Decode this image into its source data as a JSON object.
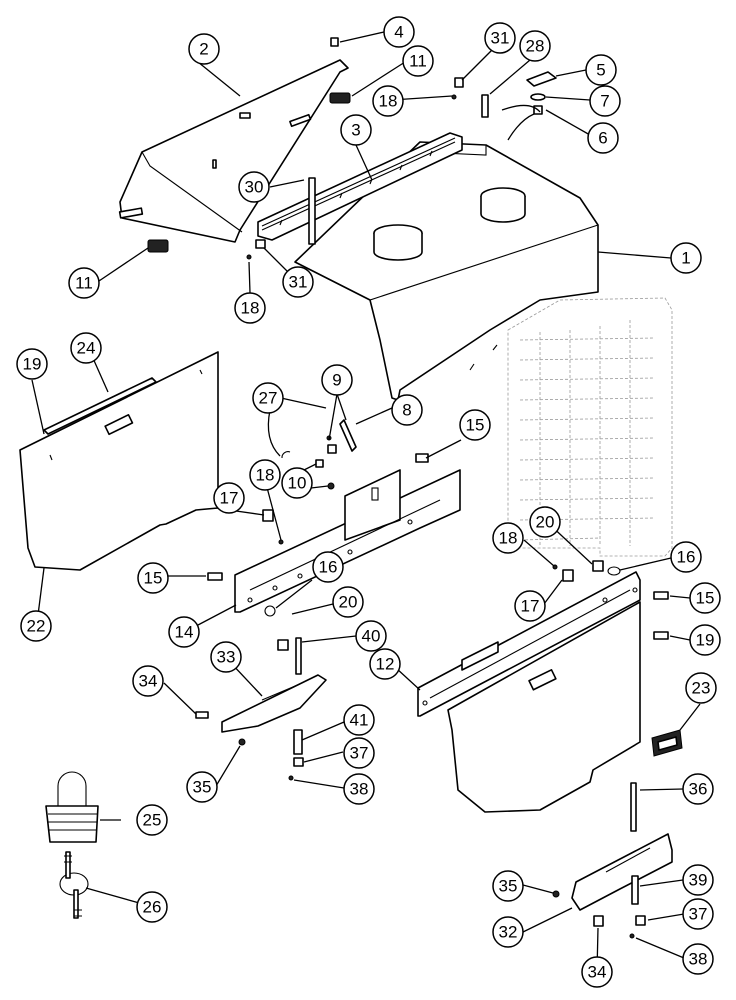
{
  "callouts": [
    {
      "id": "c-1",
      "label": "1"
    },
    {
      "id": "c-2",
      "label": "2"
    },
    {
      "id": "c-3",
      "label": "3"
    },
    {
      "id": "c-4",
      "label": "4"
    },
    {
      "id": "c-5",
      "label": "5"
    },
    {
      "id": "c-6",
      "label": "6"
    },
    {
      "id": "c-7",
      "label": "7"
    },
    {
      "id": "c-8",
      "label": "8"
    },
    {
      "id": "c-9",
      "label": "9"
    },
    {
      "id": "c-10",
      "label": "10"
    },
    {
      "id": "c-11a",
      "label": "11"
    },
    {
      "id": "c-11b",
      "label": "11"
    },
    {
      "id": "c-12",
      "label": "12"
    },
    {
      "id": "c-14",
      "label": "14"
    },
    {
      "id": "c-15a",
      "label": "15"
    },
    {
      "id": "c-15b",
      "label": "15"
    },
    {
      "id": "c-15c",
      "label": "15"
    },
    {
      "id": "c-16a",
      "label": "16"
    },
    {
      "id": "c-16b",
      "label": "16"
    },
    {
      "id": "c-17a",
      "label": "17"
    },
    {
      "id": "c-17b",
      "label": "17"
    },
    {
      "id": "c-18a",
      "label": "18"
    },
    {
      "id": "c-18b",
      "label": "18"
    },
    {
      "id": "c-18c",
      "label": "18"
    },
    {
      "id": "c-18d",
      "label": "18"
    },
    {
      "id": "c-19a",
      "label": "19"
    },
    {
      "id": "c-19b",
      "label": "19"
    },
    {
      "id": "c-20a",
      "label": "20"
    },
    {
      "id": "c-20b",
      "label": "20"
    },
    {
      "id": "c-22",
      "label": "22"
    },
    {
      "id": "c-23",
      "label": "23"
    },
    {
      "id": "c-24",
      "label": "24"
    },
    {
      "id": "c-25",
      "label": "25"
    },
    {
      "id": "c-26",
      "label": "26"
    },
    {
      "id": "c-27",
      "label": "27"
    },
    {
      "id": "c-28",
      "label": "28"
    },
    {
      "id": "c-30",
      "label": "30"
    },
    {
      "id": "c-31a",
      "label": "31"
    },
    {
      "id": "c-31b",
      "label": "31"
    },
    {
      "id": "c-32",
      "label": "32"
    },
    {
      "id": "c-33",
      "label": "33"
    },
    {
      "id": "c-34a",
      "label": "34"
    },
    {
      "id": "c-34b",
      "label": "34"
    },
    {
      "id": "c-35a",
      "label": "35"
    },
    {
      "id": "c-35b",
      "label": "35"
    },
    {
      "id": "c-36",
      "label": "36"
    },
    {
      "id": "c-37a",
      "label": "37"
    },
    {
      "id": "c-37b",
      "label": "37"
    },
    {
      "id": "c-38a",
      "label": "38"
    },
    {
      "id": "c-38b",
      "label": "38"
    },
    {
      "id": "c-39",
      "label": "39"
    },
    {
      "id": "c-40",
      "label": "40"
    },
    {
      "id": "c-41",
      "label": "41"
    }
  ]
}
